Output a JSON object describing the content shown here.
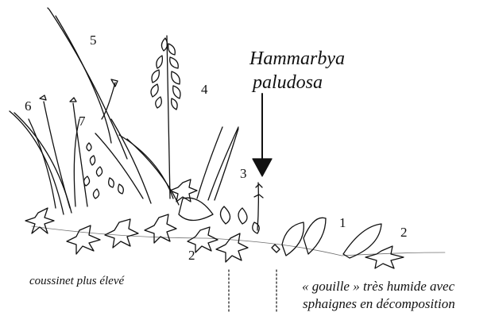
{
  "title": {
    "line1": "Hammarbya",
    "line2": "paludosa"
  },
  "numbers": [
    "1",
    "2",
    "3",
    "4",
    "5",
    "6",
    "7"
  ],
  "captions": {
    "left": "coussinet plus élevé",
    "right_line1": "« gouille » très humide avec",
    "right_line2": "sphaignes en décomposition"
  },
  "colors": {
    "ink": "#111111",
    "background": "#ffffff"
  }
}
